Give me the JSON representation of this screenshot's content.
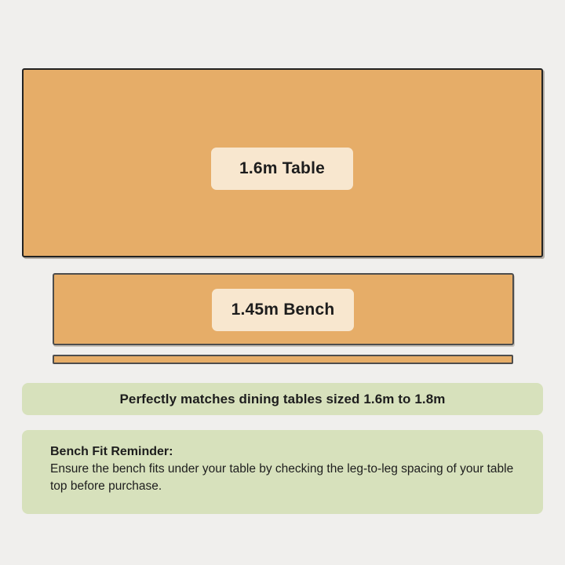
{
  "diagram": {
    "table": {
      "label": "1.6m Table",
      "fill": "#e6ad68",
      "border": "#222222"
    },
    "bench": {
      "label": "1.45m Bench",
      "fill": "#e6ad68",
      "border": "#4d4d4d"
    },
    "bench_seat_strip": {
      "fill": "#e6ad68",
      "border": "#4d4d4d"
    },
    "label_box_color": "#f8e7cf"
  },
  "banners": {
    "match": {
      "text": "Perfectly matches dining tables sized 1.6m to 1.8m",
      "background": "#d7e1bc"
    },
    "reminder": {
      "title": "Bench Fit Reminder:",
      "body": "Ensure the bench fits under your table by checking the leg-to-leg spacing of your table top before purchase.",
      "background": "#d7e1bc"
    }
  },
  "colors": {
    "page_background": "#f0efed",
    "text": "#1d1d1d"
  }
}
